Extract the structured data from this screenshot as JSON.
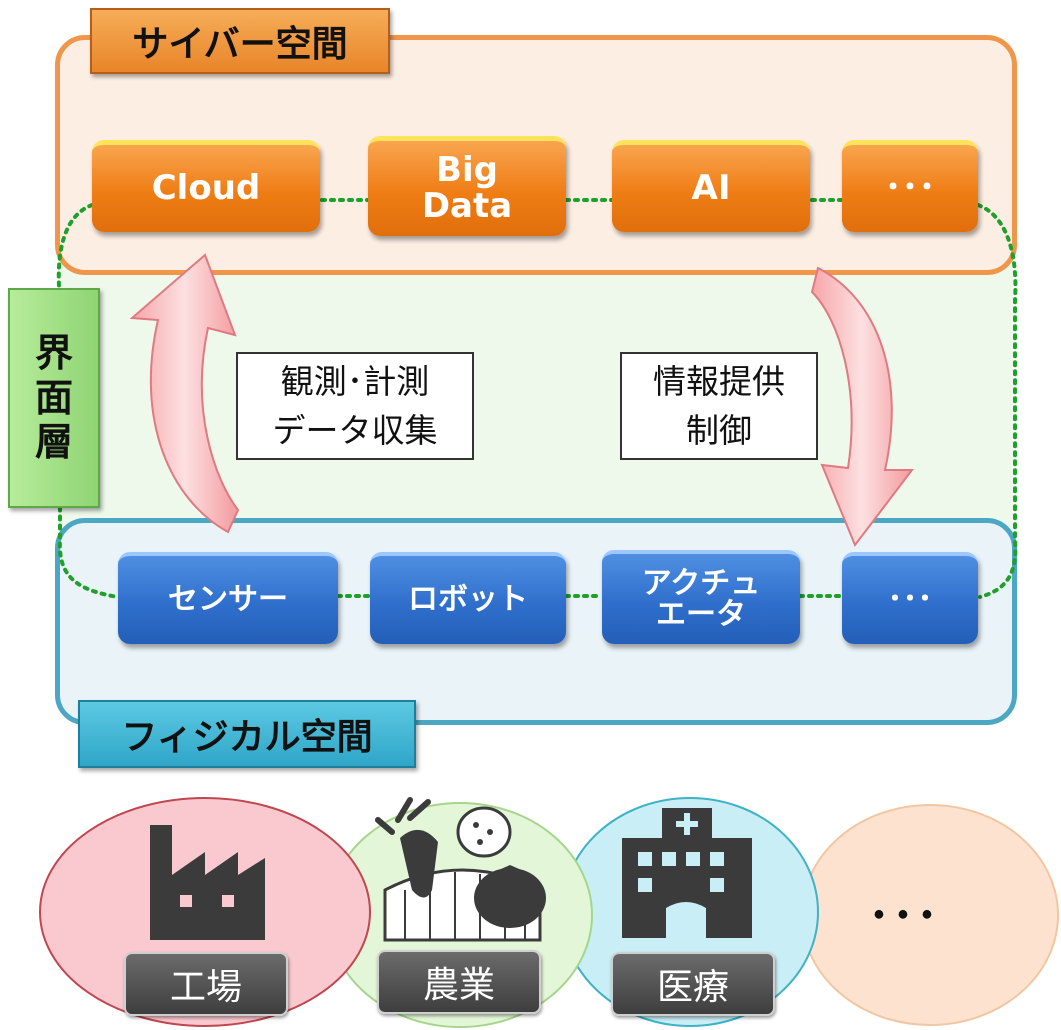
{
  "cyber_space": {
    "label": "サイバー空間",
    "nodes": [
      "Cloud",
      "Big\nData",
      "AI",
      "･･･"
    ]
  },
  "interface_layer": {
    "label_chars": [
      "界",
      "面",
      "層"
    ]
  },
  "flows": {
    "up_lines": [
      "観測･計測",
      "データ収集"
    ],
    "down_lines": [
      "情報提供",
      "制御"
    ]
  },
  "physical_space": {
    "label": "フィジカル空間",
    "nodes": [
      "センサー",
      "ロボット",
      "アクチュ\nエータ",
      "･･･"
    ]
  },
  "categories": [
    "工場",
    "農業",
    "医療",
    "･･･"
  ],
  "colors": {
    "cyber_border": "#f0964a",
    "cyber_fill": "#fdeee3",
    "physical_border": "#4ba7c3",
    "physical_fill": "#eaf3f8",
    "interface_fill": "#eef9ec",
    "dotted_link": "#1fa02a",
    "factory_circle": "#f9c9cf",
    "agri_circle": "#e4f6d8",
    "medical_circle": "#c9eef5",
    "other_circle": "#fde3cf"
  }
}
